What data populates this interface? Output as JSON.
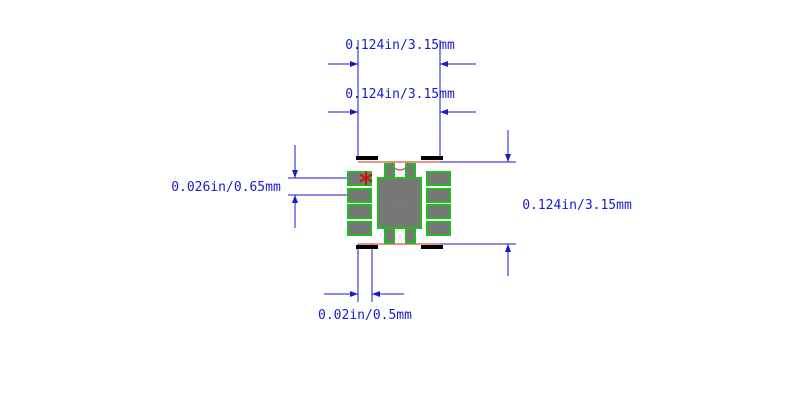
{
  "colors": {
    "dimension": "#1a1acc",
    "pad_outline": "#22bb22",
    "pad_fill": "#777777",
    "body_outline": "#dd2222",
    "marker": "#cc1111",
    "silkscreen": "#000000"
  },
  "dimensions": {
    "top_outer_width": "0.124in/3.15mm",
    "top_inner_width": "0.124in/3.15mm",
    "height": "0.124in/3.15mm",
    "pitch": "0.026in/0.65mm",
    "pad_width": "0.02in/0.5mm"
  },
  "footprint": {
    "pin1_marker": "star-icon",
    "pins_per_side": 4
  }
}
